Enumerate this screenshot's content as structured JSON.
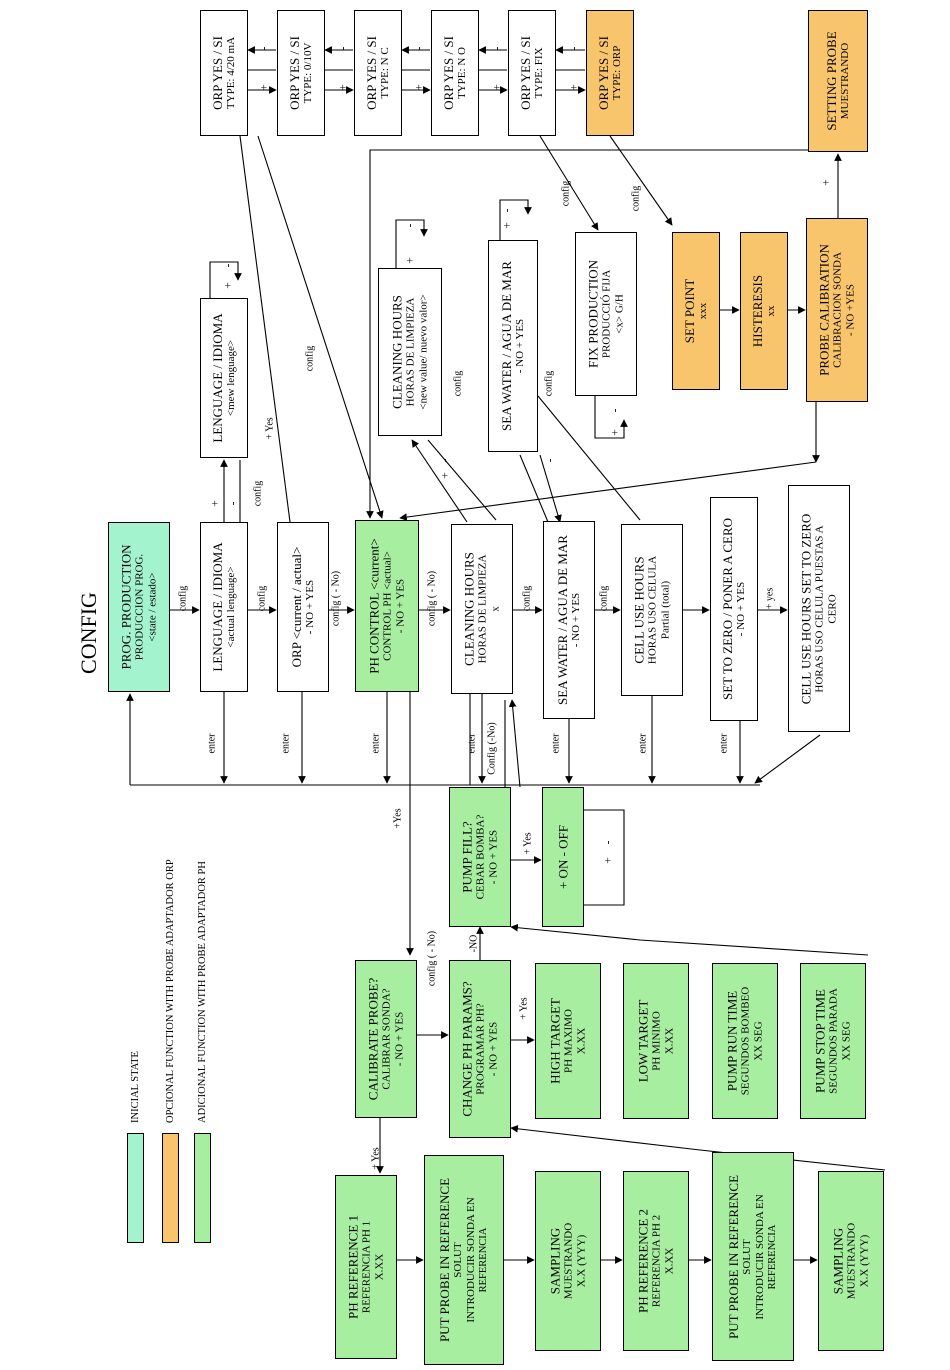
{
  "title": "CONFIG",
  "colors": {
    "initial": "#a4f3cf",
    "optional_orp": "#f9c56c",
    "additional_ph": "#a8eea0",
    "plain": "#ffffff"
  },
  "legend": [
    {
      "label": "INICIAL STATE",
      "color": "#a4f3cf"
    },
    {
      "label": "OPCIONAL FUNCTION WITH PROBE ADAPTADOR ORP",
      "color": "#f9c56c"
    },
    {
      "label": "ADICIONAL FUNCTION WITH PROBE ADAPTADOR PH",
      "color": "#a8eea0"
    }
  ],
  "boxes": {
    "prog": {
      "lines": [
        "PROG. PRODUCTION",
        "PRODUCCION PROG.",
        "<state / estado>"
      ]
    },
    "lang": {
      "lines": [
        "LENGUAGE / IDIOMA",
        "<actual lenguage>"
      ]
    },
    "lang_new": {
      "lines": [
        "LENGUAGE / IDIOMA",
        "<mew lenguage>"
      ]
    },
    "orp": {
      "lines": [
        "ORP <current / actual>",
        "- NO + YES"
      ]
    },
    "ph_control": {
      "lines": [
        "PH CONTROL <current>",
        "CONTROL PH <actual>",
        "- NO + YES"
      ]
    },
    "clean": {
      "lines": [
        "CLEANING HOURS",
        "HORAS DE LIMPIEZA",
        "x"
      ]
    },
    "clean_new": {
      "lines": [
        "CLEANING HOURS",
        "HORAS DE LIMPIEZA",
        "<new value/ nuevo valor>"
      ]
    },
    "sea": {
      "lines": [
        "SEA WATER / AGUA DE MAR",
        "- NO + YES"
      ]
    },
    "sea_new": {
      "lines": [
        "SEA WATER / AGUA DE MAR",
        "- NO + YES"
      ]
    },
    "cell": {
      "lines": [
        "CELL USE HOURS",
        "HORAS USO CELULA",
        "Partial (total)"
      ]
    },
    "fix": {
      "lines": [
        "FIX PRODUCTION",
        "PRODUCCIÓ FIJA",
        "<x> G/H"
      ]
    },
    "set_zero": {
      "lines": [
        "SET TO ZERO / PONER A CERO",
        "- NO + YES"
      ]
    },
    "cell_zero": {
      "lines": [
        "CELL USE HOURS SET TO ZERO",
        "HORAS USO CELULA PUESTAS A",
        "CERO"
      ]
    },
    "orp_420": {
      "lines": [
        "ORP YES / SI",
        "TYPE: 4/20 mA"
      ]
    },
    "orp_010": {
      "lines": [
        "ORP YES / SI",
        "TYPE: 0/10V"
      ]
    },
    "orp_nc": {
      "lines": [
        "ORP YES / SI",
        "TYPE: N C"
      ]
    },
    "orp_no": {
      "lines": [
        "ORP YES / SI",
        "TYPE: N O"
      ]
    },
    "orp_fix": {
      "lines": [
        "ORP YES / SI",
        "TYPE: FIX"
      ]
    },
    "orp_orp": {
      "lines": [
        "ORP YES / SI",
        "TYPE: ORP"
      ]
    },
    "setting_probe": {
      "lines": [
        "SETTING PROBE",
        "MUESTRANDO"
      ]
    },
    "set_point": {
      "lines": [
        "SET POINT",
        "xxx"
      ]
    },
    "histeresis": {
      "lines": [
        "HISTERESIS",
        "xx"
      ]
    },
    "probe_cal": {
      "lines": [
        "PROBE CALIBRATION",
        "CALIBRACION SONDA",
        "- NO +YES"
      ]
    },
    "pump_fill": {
      "lines": [
        "PUMP FILL?",
        "CEBAR BOMBA?",
        "- NO + YES"
      ]
    },
    "on_off": {
      "lines": [
        "+ ON - OFF"
      ]
    },
    "calibrate": {
      "lines": [
        "CALIBRATE PROBE?",
        "CALIBRAR SONDA?",
        "- NO + YES"
      ]
    },
    "change_ph": {
      "lines": [
        "CHANGE PH PARAMS?",
        "PROGRAMAR PH?",
        "- NO + YES"
      ]
    },
    "high_target": {
      "lines": [
        "HIGH TARGET",
        "PH MAXIMO",
        "X.XX"
      ]
    },
    "low_target": {
      "lines": [
        "LOW TARGET",
        "PH MINIMO",
        "X.XX"
      ]
    },
    "pump_run": {
      "lines": [
        "PUMP RUN TIME",
        "SEGUNDOS BOMBEO",
        "XX SEG"
      ]
    },
    "pump_stop": {
      "lines": [
        "PUMP STOP TIME",
        "SEGUNDOS PARADA",
        "XX SEG"
      ]
    },
    "ph_ref1": {
      "lines": [
        "PH REFERENCE 1",
        "REFERENCIA PH 1",
        "X.XX"
      ]
    },
    "put_probe1": {
      "lines": [
        "PUT PROBE IN REFERENCE",
        "SOLUT",
        "INTRODUCIR SONDA EN",
        "REFERENCIA"
      ]
    },
    "sampling1": {
      "lines": [
        "SAMPLING",
        "MUESTRANDO",
        "X.X (YYY)"
      ]
    },
    "ph_ref2": {
      "lines": [
        "PH REFERENCE 2",
        "REFERENCIA PH 2",
        "X.XX"
      ]
    },
    "put_probe2": {
      "lines": [
        "PUT PROBE IN REFERENCE",
        "SOLUT",
        "INTRODUCIR SONDA EN",
        "REFERENCIA"
      ]
    },
    "sampling2": {
      "lines": [
        "SAMPLING",
        "MUESTRANDO",
        "X.X (YYY)"
      ]
    }
  },
  "labels": {
    "config": "config",
    "config_no": "config ( - No)",
    "config_no_short": "Config (-No)",
    "enter": "enter",
    "plus": "+",
    "minus": "-",
    "plus_yes": "+ Yes",
    "plus_yes_nospace": "+Yes",
    "plus_yes_lower": "+ yes",
    "minus_no": "-NO"
  }
}
